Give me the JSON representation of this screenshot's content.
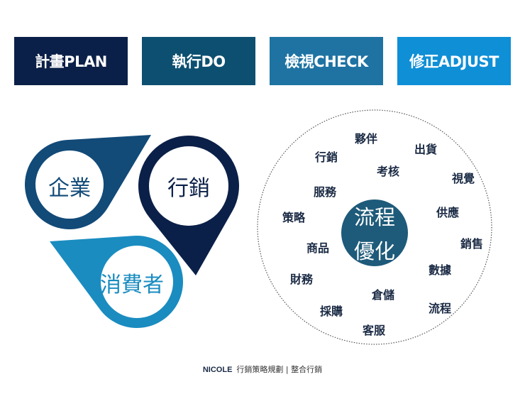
{
  "pdca": [
    {
      "label": "計畫PLAN",
      "color": "#0b2048"
    },
    {
      "label": "執行DO",
      "color": "#0d4f70"
    },
    {
      "label": "檢視CHECK",
      "color": "#1e73a3"
    },
    {
      "label": "修正ADJUST",
      "color": "#0f8fd6"
    }
  ],
  "drops": [
    {
      "label": "企業",
      "color": "#124a78",
      "text_color": "#124a78"
    },
    {
      "label": "行銷",
      "color": "#0b2048",
      "text_color": "#0b2048"
    },
    {
      "label": "消費者",
      "color": "#1a8cc0",
      "text_color": "#1a8cc0"
    }
  ],
  "center": {
    "line1": "流程",
    "line2": "優化",
    "color": "#1e5a7a"
  },
  "words": [
    "夥伴",
    "出貨",
    "行銷",
    "考核",
    "視覺",
    "服務",
    "供應",
    "策略",
    "銷售",
    "商品",
    "數據",
    "財務",
    "倉儲",
    "流程",
    "採購",
    "客服"
  ],
  "footer": {
    "brand": "NICOLE",
    "text": "行銷策略規劃 | 整合行銷"
  }
}
